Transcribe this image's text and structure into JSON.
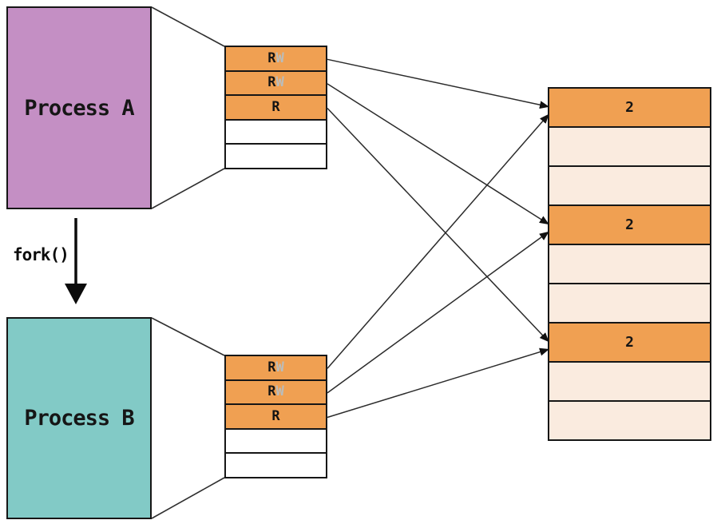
{
  "process_a": {
    "label": "Process A"
  },
  "process_b": {
    "label": "Process B"
  },
  "fork": {
    "label": "fork()"
  },
  "page_tables": {
    "a": {
      "rows": [
        {
          "r": "R",
          "w": "W"
        },
        {
          "r": "R",
          "w": "W"
        },
        {
          "r": "R",
          "w": ""
        },
        {
          "r": "",
          "w": ""
        },
        {
          "r": "",
          "w": ""
        }
      ]
    },
    "b": {
      "rows": [
        {
          "r": "R",
          "w": "W"
        },
        {
          "r": "R",
          "w": "W"
        },
        {
          "r": "R",
          "w": ""
        },
        {
          "r": "",
          "w": ""
        },
        {
          "r": "",
          "w": ""
        }
      ]
    }
  },
  "physical_memory": {
    "rows": [
      {
        "ref_count": "2",
        "shared": true
      },
      {
        "ref_count": "",
        "shared": false
      },
      {
        "ref_count": "",
        "shared": false
      },
      {
        "ref_count": "2",
        "shared": true
      },
      {
        "ref_count": "",
        "shared": false
      },
      {
        "ref_count": "",
        "shared": false
      },
      {
        "ref_count": "2",
        "shared": true
      },
      {
        "ref_count": "",
        "shared": false
      },
      {
        "ref_count": "",
        "shared": false
      }
    ]
  },
  "mappings": [
    {
      "table": "a",
      "row": 0,
      "frame": 0
    },
    {
      "table": "a",
      "row": 1,
      "frame": 3
    },
    {
      "table": "a",
      "row": 2,
      "frame": 6
    },
    {
      "table": "b",
      "row": 0,
      "frame": 0
    },
    {
      "table": "b",
      "row": 1,
      "frame": 3
    },
    {
      "table": "b",
      "row": 2,
      "frame": 6
    }
  ],
  "colors": {
    "process_a_fill": "#C48FC4",
    "process_b_fill": "#82CAC6",
    "page_entry_orange": "#F0A052",
    "frame_peach": "#FAEBDF",
    "write_flag_gray": "#B9BDBD",
    "line": "#2B2B2B"
  }
}
